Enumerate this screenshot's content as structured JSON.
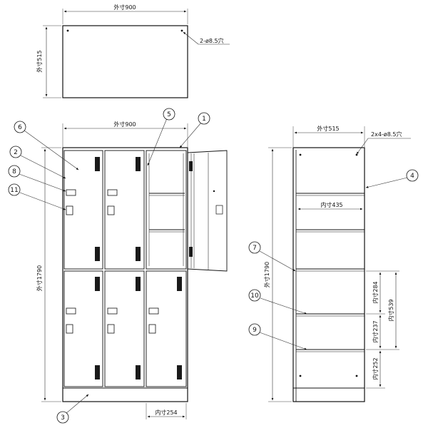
{
  "colors": {
    "line": "#111111",
    "vent": "#1a1a1a",
    "background": "#ffffff"
  },
  "top_view": {
    "width_label": "外寸900",
    "depth_label": "外寸515",
    "holes_label": "2-ø8.5穴"
  },
  "front_view": {
    "width_label": "外寸900",
    "height_label": "外寸1790",
    "inner_width_label": "内寸254"
  },
  "side_view": {
    "depth_label": "外寸515",
    "holes_label": "2x4-ø8.5穴",
    "height_label": "外寸1790",
    "inner_depth_label": "内寸435",
    "dims_right": [
      "内寸284",
      "内寸237",
      "内寸252"
    ],
    "dim_539": "内寸539"
  },
  "callouts": [
    "1",
    "2",
    "3",
    "4",
    "5",
    "6",
    "7",
    "8",
    "9",
    "10",
    "11"
  ],
  "icons": [
    "arrow-icon"
  ]
}
